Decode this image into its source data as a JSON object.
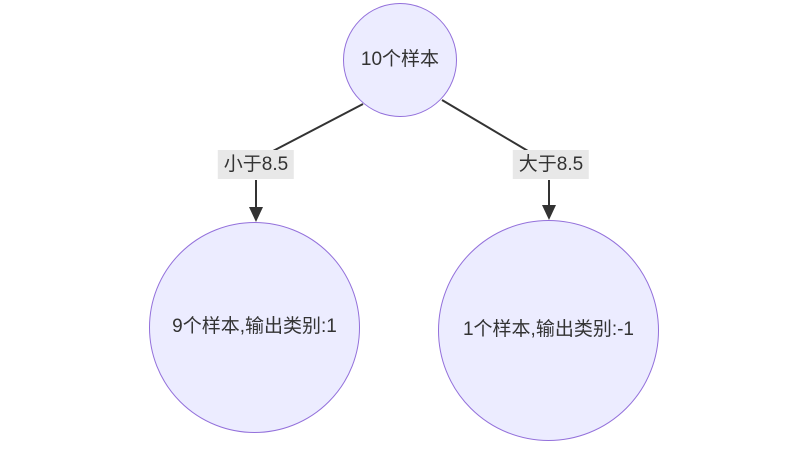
{
  "diagram": {
    "type": "decision-tree",
    "root": {
      "label": "10个样本"
    },
    "edges": [
      {
        "label": "小于8.5",
        "from": "root",
        "to": "leaf-left"
      },
      {
        "label": "大于8.5",
        "from": "root",
        "to": "leaf-right"
      }
    ],
    "leaves": [
      {
        "label": "9个样本,输出类别:1"
      },
      {
        "label": "1个样本,输出类别:-1"
      }
    ],
    "colors": {
      "node_fill": "#ECECFF",
      "node_border": "#9370DB",
      "edge_label_bg": "#e8e8e8",
      "line": "#333333",
      "text": "#333333",
      "background": "#ffffff"
    }
  }
}
